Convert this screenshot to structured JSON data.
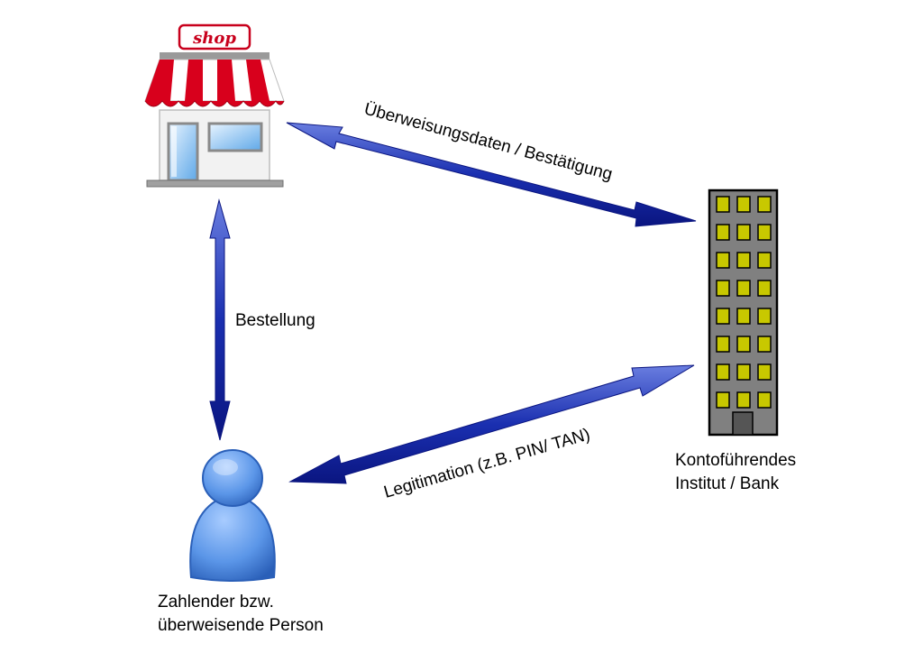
{
  "shop": {
    "sign": "shop"
  },
  "arrows": {
    "order": "Bestellung",
    "transfer_data": "Überweisungsdaten / Bestätigung",
    "legitimation": "Legitimation (z.B. PIN/ TAN)"
  },
  "bank": {
    "line1": "Kontoführendes",
    "line2": "Institut / Bank"
  },
  "person": {
    "line1": "Zahlender bzw.",
    "line2": "überweisende Person"
  },
  "colors": {
    "arrow": "#1a2fb0",
    "arrow_dark": "#0a1580",
    "awning_red": "#d8001c",
    "building": "#808080",
    "window": "#c8c800",
    "person": "#5b96e8"
  }
}
